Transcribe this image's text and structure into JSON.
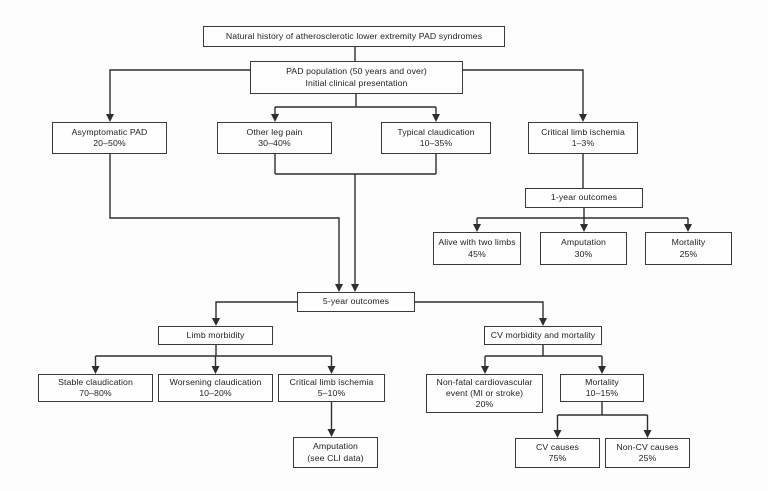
{
  "colors": {
    "page_bg": "#fdfdfd",
    "box_bg": "#fefefe",
    "box_border": "#3a3a3a",
    "line_color": "#2e2e2e",
    "text_color": "#222222"
  },
  "diagram": {
    "title": "Natural history of atherosclerotic lower extremity PAD syndromes",
    "nodes": {
      "natural_history": {
        "lines": [
          "Natural history of atherosclerotic lower extremity PAD syndromes"
        ]
      },
      "pad_population": {
        "lines": [
          "PAD population (50 years and over)",
          "Initial clinical presentation"
        ]
      },
      "asymptomatic_pad": {
        "lines": [
          "Asymptomatic PAD",
          "20–50%"
        ]
      },
      "other_leg_pain": {
        "lines": [
          "Other leg pain",
          "30–40%"
        ]
      },
      "typical_claudication": {
        "lines": [
          "Typical claudication",
          "10–35%"
        ]
      },
      "critical_limb_ischemia_initial": {
        "lines": [
          "Critical limb ischemia",
          "1–3%"
        ]
      },
      "one_year_outcomes": {
        "lines": [
          "1-year outcomes"
        ]
      },
      "alive_with_two_limbs": {
        "lines": [
          "Alive with two limbs",
          "45%"
        ]
      },
      "amputation_one_year": {
        "lines": [
          "Amputation",
          "30%"
        ]
      },
      "mortality_one_year": {
        "lines": [
          "Mortality",
          "25%"
        ]
      },
      "five_year_outcomes": {
        "lines": [
          "5-year outcomes"
        ]
      },
      "limb_morbidity": {
        "lines": [
          "Limb morbidity"
        ]
      },
      "cv_morbidity_mortality": {
        "lines": [
          "CV morbidity and mortality"
        ]
      },
      "stable_claudication": {
        "lines": [
          "Stable claudication",
          "70–80%"
        ]
      },
      "worsening_claudication": {
        "lines": [
          "Worsening claudication",
          "10–20%"
        ]
      },
      "critical_limb_ischemia_five_year": {
        "lines": [
          "Critical limb ischemia",
          "5–10%"
        ]
      },
      "non_fatal_cv_event": {
        "lines": [
          "Non-fatal cardiovascular",
          "event (MI or stroke)",
          "20%"
        ]
      },
      "mortality_five_year": {
        "lines": [
          "Mortality",
          "10–15%"
        ]
      },
      "amputation_cli": {
        "lines": [
          "Amputation",
          "(see CLI data)"
        ]
      },
      "cv_causes": {
        "lines": [
          "CV causes",
          "75%"
        ]
      },
      "non_cv_causes": {
        "lines": [
          "Non-CV causes",
          "25%"
        ]
      }
    }
  }
}
